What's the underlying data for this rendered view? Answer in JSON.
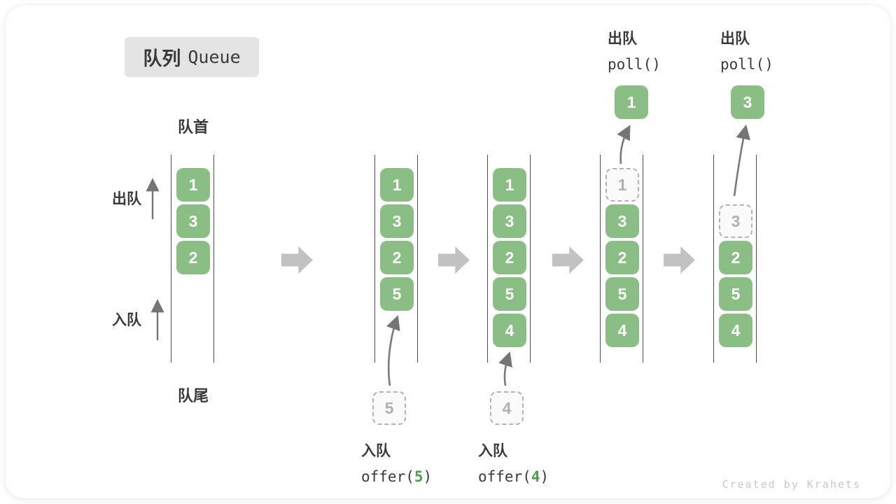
{
  "title": {
    "zh": "队列",
    "en": "Queue"
  },
  "labels": {
    "front": "队首",
    "rear": "队尾",
    "dequeue_side": "出队",
    "enqueue_side": "入队"
  },
  "queues": [
    {
      "cells": [
        {
          "value": "1",
          "type": "filled"
        },
        {
          "value": "3",
          "type": "filled"
        },
        {
          "value": "2",
          "type": "filled"
        }
      ]
    },
    {
      "incoming": "5",
      "cells": [
        {
          "value": "1",
          "type": "filled"
        },
        {
          "value": "3",
          "type": "filled"
        },
        {
          "value": "2",
          "type": "filled"
        },
        {
          "value": "5",
          "type": "filled"
        }
      ]
    },
    {
      "incoming": "4",
      "cells": [
        {
          "value": "1",
          "type": "filled"
        },
        {
          "value": "3",
          "type": "filled"
        },
        {
          "value": "2",
          "type": "filled"
        },
        {
          "value": "5",
          "type": "filled"
        },
        {
          "value": "4",
          "type": "filled"
        }
      ]
    },
    {
      "outgoing": "1",
      "cells": [
        {
          "value": "1",
          "type": "dashed"
        },
        {
          "value": "3",
          "type": "filled"
        },
        {
          "value": "2",
          "type": "filled"
        },
        {
          "value": "5",
          "type": "filled"
        },
        {
          "value": "4",
          "type": "filled"
        }
      ]
    },
    {
      "outgoing": "3",
      "cells": [
        {
          "value": "",
          "type": "empty"
        },
        {
          "value": "3",
          "type": "dashed"
        },
        {
          "value": "2",
          "type": "filled"
        },
        {
          "value": "5",
          "type": "filled"
        },
        {
          "value": "4",
          "type": "filled"
        }
      ]
    }
  ],
  "operations": {
    "enqueue5": {
      "action": "入队",
      "call_prefix": "offer(",
      "arg": "5",
      "call_suffix": ")"
    },
    "enqueue4": {
      "action": "入队",
      "call_prefix": "offer(",
      "arg": "4",
      "call_suffix": ")"
    },
    "poll1": {
      "action": "出队",
      "call": "poll()"
    },
    "poll2": {
      "action": "出队",
      "call": "poll()"
    }
  },
  "colors": {
    "box_green": "#8abe84",
    "arg_green": "#4e9e50",
    "block_arrow_gray": "#c2c2c2",
    "dashed_gray": "#b3b3b3",
    "text_dark": "#3a3a3a",
    "title_bg": "#e4e4e4"
  },
  "watermark": "Created by Krahets"
}
